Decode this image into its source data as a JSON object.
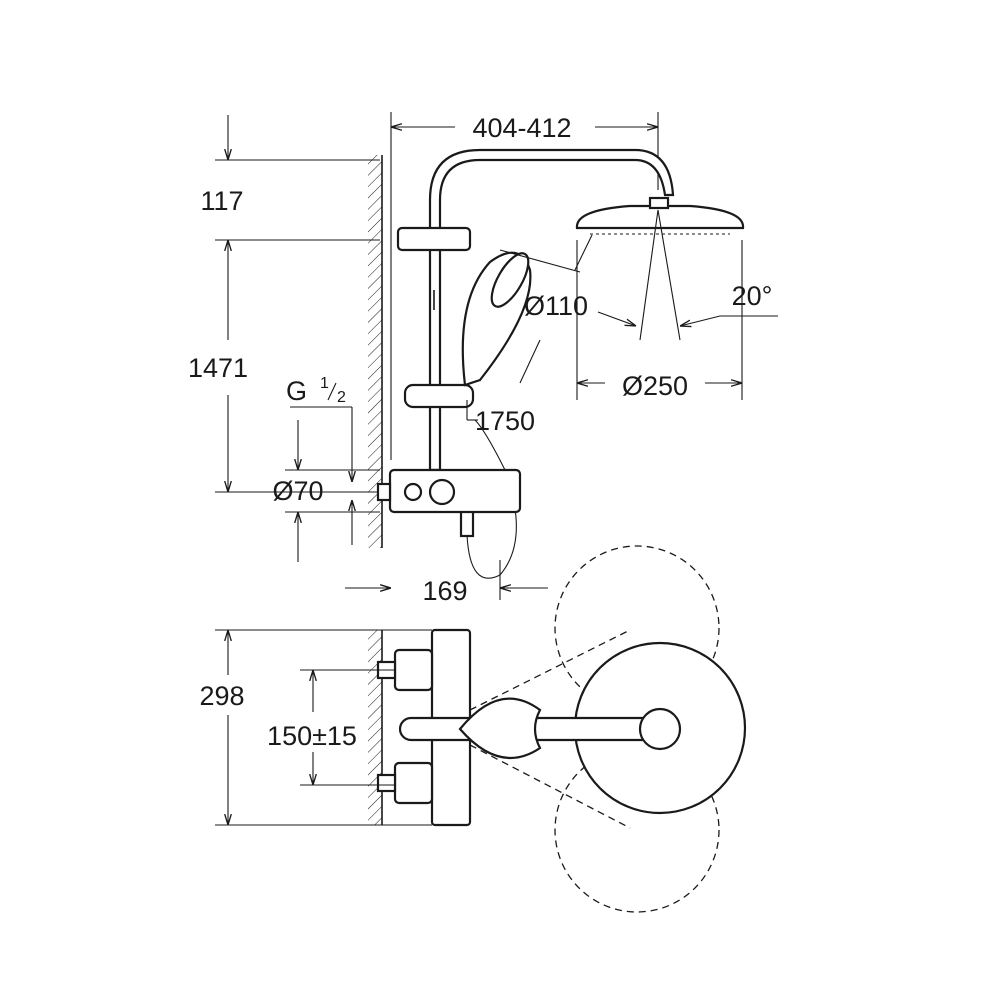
{
  "drawing": {
    "title": "Shower system dimension drawing",
    "dimensions": {
      "arm_reach": "404-412",
      "top_offset": "117",
      "height": "1471",
      "thread": "G",
      "thread_num": "1",
      "thread_den": "2",
      "connection_dia": "Ø70",
      "hand_shower_dia": "Ø110",
      "spray_angle": "20°",
      "head_shower_dia": "Ø250",
      "hose_length": "1750",
      "wall_projection": "169",
      "depth": "298",
      "center_distance": "150±15"
    }
  }
}
